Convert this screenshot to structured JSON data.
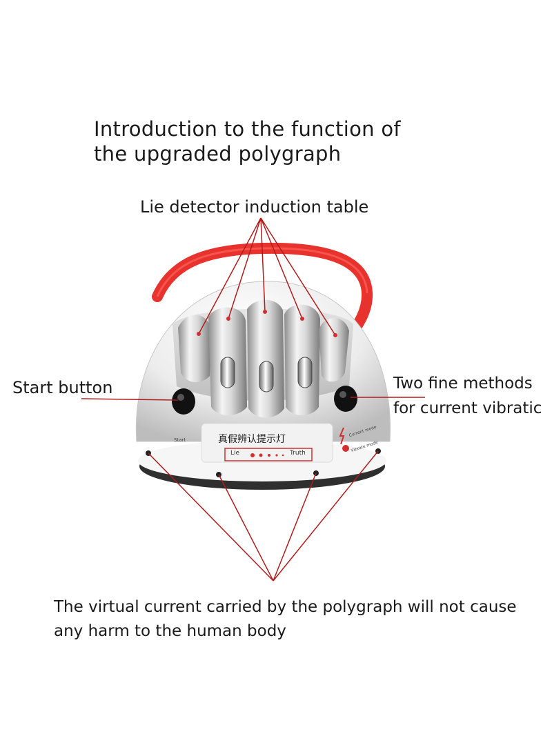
{
  "heading": {
    "line1": "Introduction to the function of",
    "line2": "the upgraded polygraph"
  },
  "labels": {
    "induction_table": "Lie detector induction table",
    "start_button": "Start button",
    "methods_line1": "Two fine methods",
    "methods_line2": "for current vibratic"
  },
  "device_panel": {
    "chinese_text": "真假辨认提示灯",
    "lie": "Lie",
    "truth": "Truth",
    "start": "Start",
    "current_mode": "Current mode",
    "vibrate_mode": "Vibrate mode"
  },
  "footer": {
    "line1": "The virtual current carried by the polygraph will not cause",
    "line2": "any harm to the human body"
  },
  "colors": {
    "pointer_lines": "#b01c1c",
    "strap": "#e8322d",
    "device_body": "#eeeeee",
    "device_base": "#3a3a3a"
  }
}
